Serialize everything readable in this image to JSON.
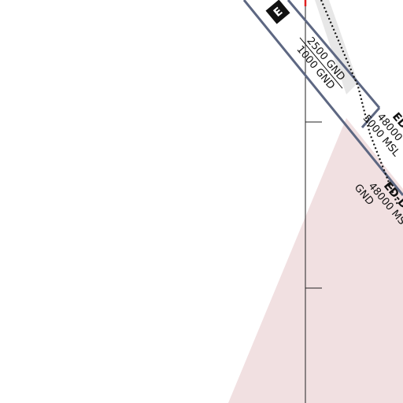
{
  "map": {
    "colors": {
      "background": "#ffffff",
      "restricted_area_fill": "#f1e0e1",
      "airspace_boundary": "#5d6782",
      "gray_band": "#e7e7e7",
      "meridian": "#222222",
      "dotted_boundary": "#111111",
      "airspace_marker_fill": "#111111",
      "airspace_marker_text": "#ffffff",
      "red_mark": "#e02020"
    },
    "airspace_class": {
      "letter": "E"
    },
    "corridor_limits": {
      "upper": "2500 GND",
      "lower": "1000 GND"
    },
    "area_1": {
      "name": "ED",
      "upper": "48000",
      "lower": "5000 MSL"
    },
    "area_2": {
      "name": "ED-D",
      "upper": "48000 MS",
      "lower": "GND"
    }
  }
}
